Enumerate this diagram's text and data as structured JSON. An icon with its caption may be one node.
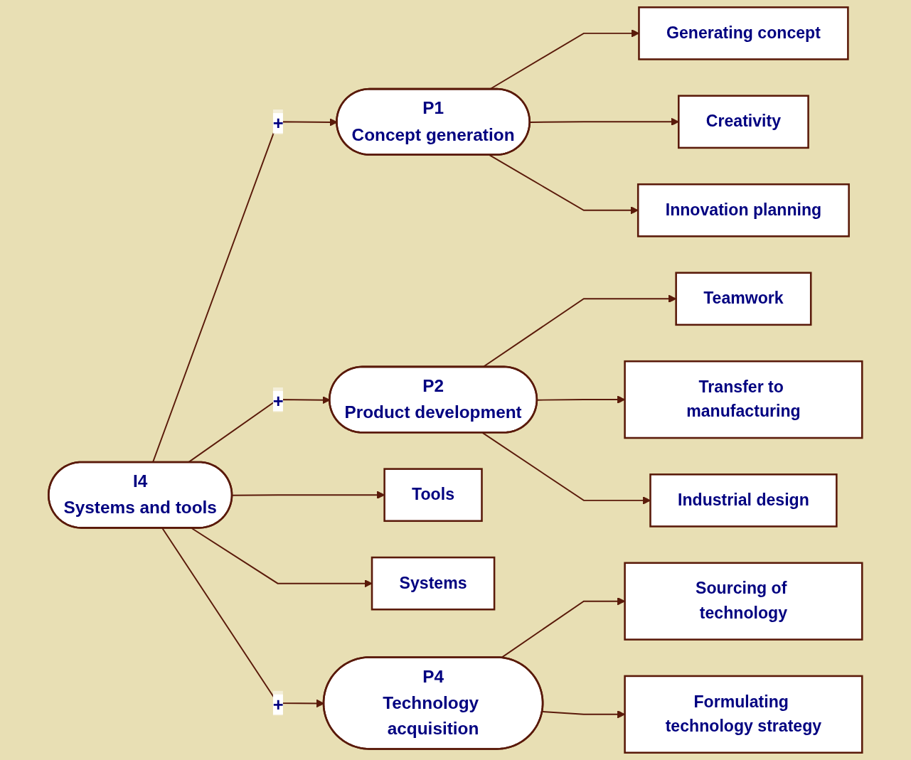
{
  "diagram": {
    "nodes": [
      {
        "text": [
          "Generating concept"
        ]
      },
      {
        "text": [
          "Creativity"
        ]
      },
      {
        "text": [
          "Innovation planning"
        ]
      },
      {
        "text": [
          "P1",
          "Concept generation"
        ]
      },
      {
        "text": [
          "Teamwork"
        ]
      },
      {
        "text": [
          "I4",
          "Systems and tools"
        ]
      },
      {
        "text": [
          "P2",
          "Product development"
        ]
      },
      {
        "text": [
          "Transfer to manufacturing"
        ]
      },
      {
        "text": [
          "Industrial design"
        ]
      },
      {
        "text": [
          "Tools"
        ]
      },
      {
        "text": [
          "Systems"
        ]
      },
      {
        "text": [
          "P4",
          "Technology acquisition"
        ]
      },
      {
        "text": [
          "Sourcing of technology"
        ]
      },
      {
        "text": [
          "Formulating technology strategy"
        ]
      }
    ],
    "edges": [
      {
        "from": 3,
        "to": 0,
        "arrow": "to"
      },
      {
        "from": 3,
        "to": 1,
        "arrow": "to"
      },
      {
        "from": 3,
        "to": 2,
        "arrow": "to"
      },
      {
        "from": 5,
        "to": 3,
        "arrow": "to",
        "label": "+"
      },
      {
        "from": 5,
        "to": 6,
        "arrow": "to",
        "label": "+"
      },
      {
        "from": 5,
        "to": 11,
        "arrow": "to",
        "label": "+"
      },
      {
        "from": 6,
        "to": 4,
        "arrow": "to"
      },
      {
        "from": 6,
        "to": 7,
        "arrow": "to"
      },
      {
        "from": 6,
        "to": 8,
        "arrow": "to"
      },
      {
        "from": 5,
        "to": 9,
        "arrow": "to"
      },
      {
        "from": 5,
        "to": 10,
        "arrow": "to"
      },
      {
        "from": 11,
        "to": 12,
        "arrow": "to"
      },
      {
        "from": 11,
        "to": 13,
        "arrow": "to"
      }
    ]
  }
}
